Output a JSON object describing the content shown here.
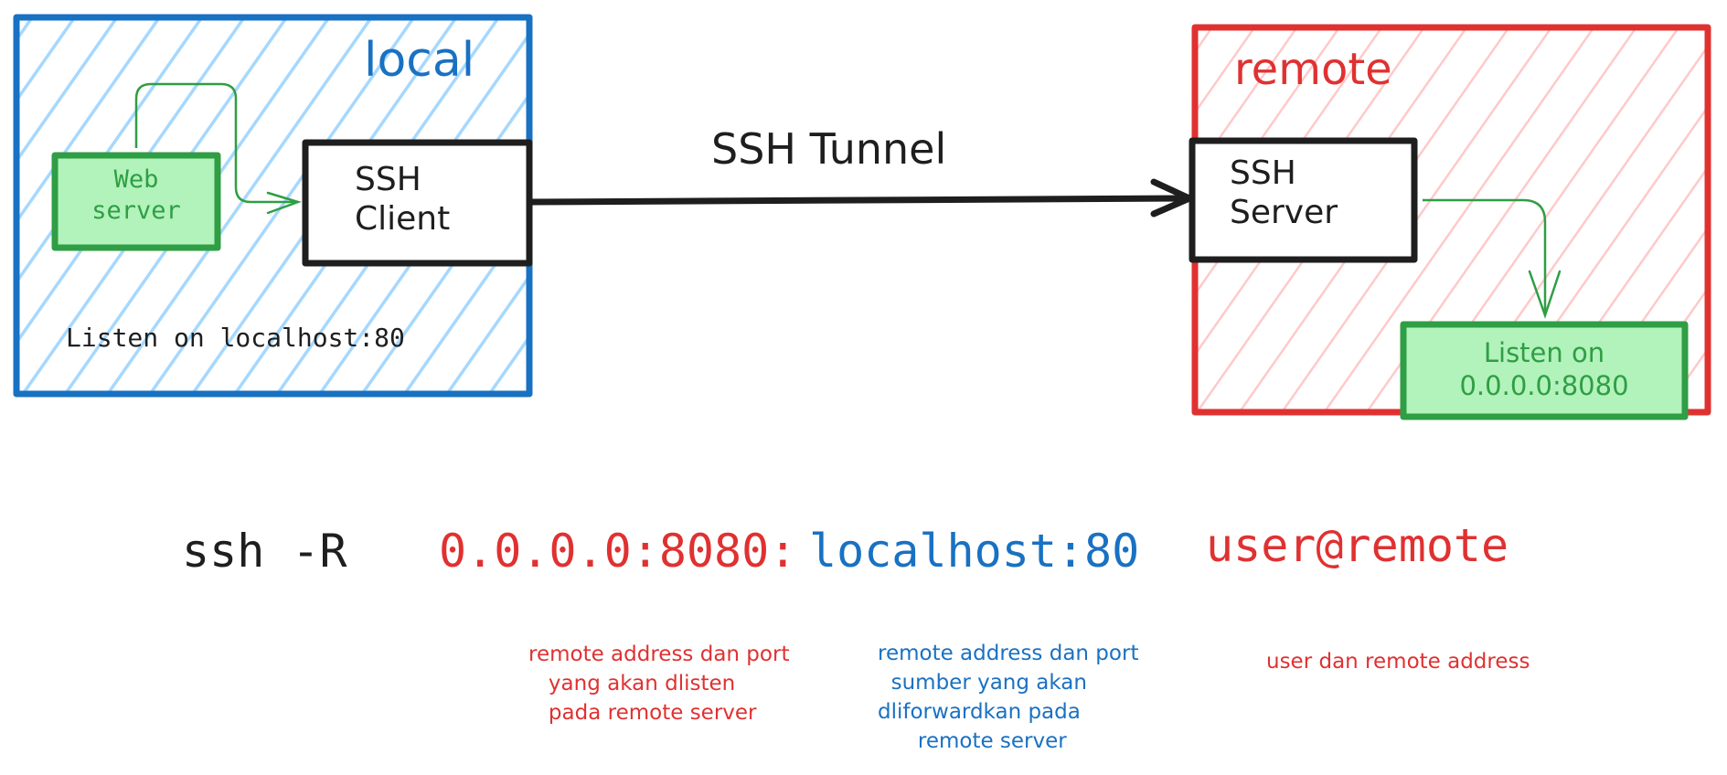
{
  "colors": {
    "local_stroke": "#1971c2",
    "local_hatch": "#a5d8ff",
    "remote_stroke": "#e03131",
    "remote_hatch": "#ffc9c9",
    "green_stroke": "#2f9e44",
    "green_fill": "#b2f2bb",
    "black": "#1e1e1e"
  },
  "local": {
    "title": "local",
    "web_server": "Web\nserver",
    "ssh_client": "SSH\nClient",
    "listen_label": "Listen on localhost:80"
  },
  "tunnel": {
    "label": "SSH Tunnel"
  },
  "remote": {
    "title": "remote",
    "ssh_server": "SSH\nServer",
    "listen_label": "Listen on\n0.0.0.0:8080"
  },
  "command": {
    "program": "ssh -R",
    "remote_bind": "0.0.0.0:8080:",
    "local_target": "localhost:80",
    "destination": "user@remote"
  },
  "notes": {
    "remote_bind": "remote address dan port\n   yang akan dlisten\n   pada remote server",
    "local_target": "remote address dan port\n  sumber yang akan\ndliforwardkan pada\n      remote server",
    "destination": "user dan remote address"
  }
}
